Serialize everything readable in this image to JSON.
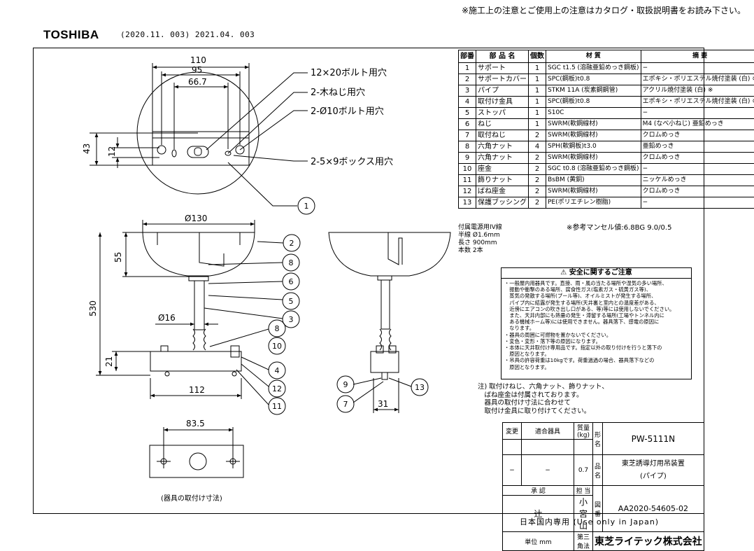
{
  "header": {
    "notice": "※施工上の注意とご使用上の注意はカタログ・取扱説明書をお読み下さい。",
    "brand": "TOSHIBA",
    "doc_numbers": "(2020.11. 003) 2021.04. 003"
  },
  "dims": {
    "d110": "110",
    "d95": "95",
    "d667": "66.7",
    "d43": "43",
    "d12": "12",
    "phi130": "Ø130",
    "d55": "55",
    "d530": "530",
    "phi16": "Ø16",
    "d21": "21",
    "d112": "112",
    "d31": "31",
    "d835": "83.5"
  },
  "callouts": {
    "bolt_hole": "12×20ボルト用穴",
    "screw_hole": "2-木ねじ用穴",
    "bolt10": "2-Ø10ボルト用穴",
    "box_hole": "2-5×9ボックス用穴"
  },
  "balloons": [
    "1",
    "2",
    "8",
    "6",
    "5",
    "3",
    "8",
    "10",
    "4",
    "12",
    "11",
    "9",
    "7",
    "13"
  ],
  "parts_header": {
    "no": "部番",
    "name": "部 品 名",
    "qty": "個数",
    "material": "材 質",
    "remarks": "摘 要"
  },
  "parts": [
    {
      "no": "1",
      "name": "サポート",
      "qty": "1",
      "material": "SGC t1.5 (溶融亜鉛めっき鋼板)",
      "remarks": "−"
    },
    {
      "no": "2",
      "name": "サポートカバー",
      "qty": "1",
      "material": "SPC(鋼板)t0.8",
      "remarks": "エポキシ・ポリエステル焼付塗装 (白) ※"
    },
    {
      "no": "3",
      "name": "パイプ",
      "qty": "1",
      "material": "STKM 11A (炭素鋼鋼管)",
      "remarks": "アクリル焼付塗装 (白) ※"
    },
    {
      "no": "4",
      "name": "取付け金具",
      "qty": "1",
      "material": "SPC(鋼板)t0.8",
      "remarks": "エポキシ・ポリエステル焼付塗装 (白) ※"
    },
    {
      "no": "5",
      "name": "ストッパ",
      "qty": "1",
      "material": "S10C",
      "remarks": "−"
    },
    {
      "no": "6",
      "name": "ねじ",
      "qty": "1",
      "material": "SWRM(軟鋼線材)",
      "remarks": "M4 (なべ小ねじ) 亜鉛めっき"
    },
    {
      "no": "7",
      "name": "取付ねじ",
      "qty": "2",
      "material": "SWRM(軟鋼線材)",
      "remarks": "クロムめっき"
    },
    {
      "no": "8",
      "name": "六角ナット",
      "qty": "4",
      "material": "SPH(軟鋼板)t3.0",
      "remarks": "亜鉛めっき"
    },
    {
      "no": "9",
      "name": "六角ナット",
      "qty": "2",
      "material": "SWRM(軟鋼線材)",
      "remarks": "クロムめっき"
    },
    {
      "no": "10",
      "name": "座金",
      "qty": "2",
      "material": "SGC t0.8 (溶融亜鉛めっき鋼板)",
      "remarks": "−"
    },
    {
      "no": "11",
      "name": "飾りナット",
      "qty": "2",
      "material": "BsBM (黄銅)",
      "remarks": "ニッケルめっき"
    },
    {
      "no": "12",
      "name": "ばね座金",
      "qty": "2",
      "material": "SWRM(軟鋼線材)",
      "remarks": "クロムめっき"
    },
    {
      "no": "13",
      "name": "保護ブッシング",
      "qty": "2",
      "material": "PE(ポリエチレン樹脂)",
      "remarks": "−"
    }
  ],
  "wire": {
    "line1": "付属電源用IV線",
    "line2": "半線 Ø1.6mm",
    "line3": "長さ 900mm",
    "line4": "本数 2本",
    "munsell": "※参考マンセル値:6.8BG 9.0/0.5"
  },
  "safety": {
    "title": "安全に関するご注意",
    "body": "・一般屋内用器具です。直接、雨・風の当たる場所や湿気の多い場所、\n　振動や衝撃のある場所、腐食性ガス(塩素ガス・硫黄ガス等)、\n　蒸気の発散する場所(プール等)、オイルミストが発生する場所、\n　パイプ内に結露が発生する場所(天井裏と室内との温度差がある、\n　近傍にエアコンの吹き出し口がある、等)等には使用しないでください。\n　また、天井内部にも熱量の発生・滞留する場所(工場やトンネル内に\n　ある機械ホーム等)には使用できません。器具落下、感電の原因に\n　なります。\n・器具の周囲に可燃物を置かないでください。\n・変色・変形・落下等の原因になります。\n・本体に天井取付け専用品です。指定以外の取り付けを行うと落下の\n　原因となります。\n・吊具の許容荷重は10kgです。荷重過過の場合、器具落下などの\n　原因となります。"
  },
  "note2": "注) 取付けねじ、六角ナット、飾りナット、\n　ばね座金は付属されております。\n　器具の取付け寸法に合わせて\n　取付け金具に取り付けてください。",
  "title_block": {
    "h_rev": "変更",
    "h_fixture": "適合器具",
    "h_mass": "質量(kg)",
    "rev": "−",
    "fixture": "−",
    "mass": "0.7",
    "lbl_model": "形名",
    "model": "PW-5111N",
    "lbl_product": "品名",
    "product1": "東芝誘導灯用吊装置",
    "product2": "(パイプ)",
    "lbl_approve": "承 認",
    "lbl_charge": "担 当",
    "approver": "辻",
    "charge": "小宮山",
    "lbl_drawing": "図番",
    "drawing_no": "AA2020-54605-02",
    "unit": "単位 mm",
    "projection": "第三角法",
    "company": "東芝ライテック株式会社"
  },
  "mount_caption": "(器具の取付け寸法)",
  "japan_only": "日本国内専用 (Use only in Japan)"
}
